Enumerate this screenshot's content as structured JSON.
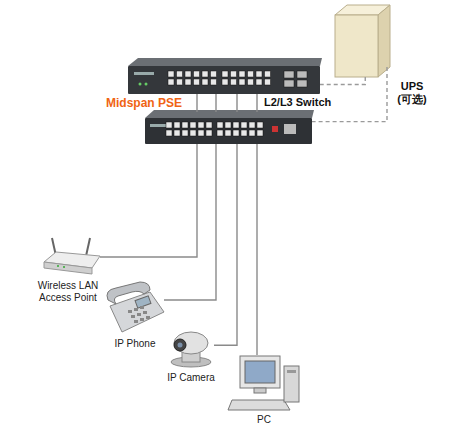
{
  "diagram": {
    "nodes": [
      {
        "text": [
          "UPS (可选)"
        ]
      },
      {
        "text": [
          "L2/L3 Switch"
        ]
      },
      {
        "text": [
          "Midspan PSE"
        ]
      },
      {
        "text": [
          "Wireless LAN Access Point"
        ]
      },
      {
        "text": [
          "IP Phone"
        ]
      },
      {
        "text": [
          "IP Camera"
        ]
      },
      {
        "text": [
          "PC"
        ]
      }
    ],
    "edges": [
      {
        "from": 1,
        "to": 2,
        "arrow": "none"
      },
      {
        "from": 1,
        "to": 2,
        "arrow": "none"
      },
      {
        "from": 1,
        "to": 2,
        "arrow": "none"
      },
      {
        "from": 1,
        "to": 2,
        "arrow": "none"
      },
      {
        "from": 2,
        "to": 3,
        "arrow": "none"
      },
      {
        "from": 2,
        "to": 4,
        "arrow": "none"
      },
      {
        "from": 2,
        "to": 5,
        "arrow": "none"
      },
      {
        "from": 2,
        "to": 6,
        "arrow": "none"
      },
      {
        "from": 0,
        "to": 1,
        "arrow": "none"
      },
      {
        "from": 0,
        "to": 2,
        "arrow": "none"
      }
    ]
  }
}
